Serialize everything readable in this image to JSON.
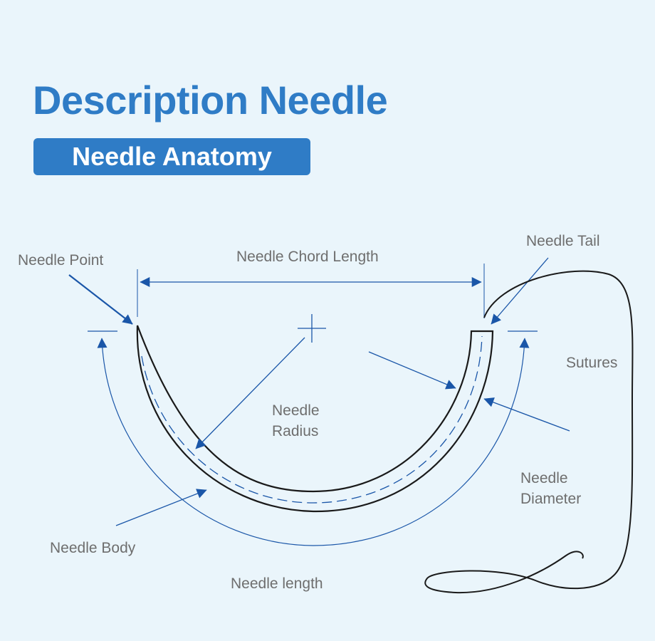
{
  "title": "Description Needle",
  "subtitle": "Needle Anatomy",
  "labels": {
    "needle_point": "Needle Point",
    "needle_chord_length": "Needle Chord Length",
    "needle_tail": "Needle Tail",
    "sutures": "Sutures",
    "needle_radius_line1": "Needle",
    "needle_radius_line2": "Radius",
    "needle_diameter_line1": "Needle",
    "needle_diameter_line2": "Diameter",
    "needle_body": "Needle Body",
    "needle_length": "Needle length"
  },
  "colors": {
    "background": "#eaf5fb",
    "accent": "#2f7cc6",
    "arrow": "#1a56a8",
    "needle_outline": "#1a1a1a",
    "label": "#6e6e6e"
  }
}
